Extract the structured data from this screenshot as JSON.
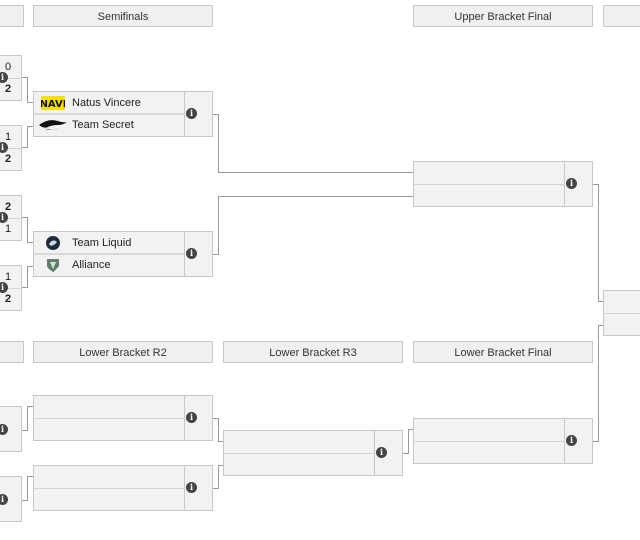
{
  "headers": {
    "semifinals": "Semifinals",
    "upper_bracket_final": "Upper Bracket Final",
    "lower_bracket_r2": "Lower Bracket R2",
    "lower_bracket_r3": "Lower Bracket R3",
    "lower_bracket_final": "Lower Bracket Final"
  },
  "left_scores": {
    "qf1": [
      "0",
      "2"
    ],
    "qf2": [
      "1",
      "2"
    ],
    "qf3": [
      "2",
      "1"
    ],
    "qf4": [
      "1",
      "2"
    ]
  },
  "semifinals": [
    {
      "team1": "Natus Vincere",
      "team2": "Team Secret",
      "logo1": "navi-logo",
      "logo2": "secret-logo"
    },
    {
      "team1": "Team Liquid",
      "team2": "Alliance",
      "logo1": "liquid-logo",
      "logo2": "alliance-logo"
    }
  ],
  "info_icon_glyph": "i",
  "colors": {
    "line": "#9a9a9a",
    "header_bg": "#f0f0f0",
    "box_bg": "#f2f2f2",
    "navi_yellow": "#f5e000"
  }
}
